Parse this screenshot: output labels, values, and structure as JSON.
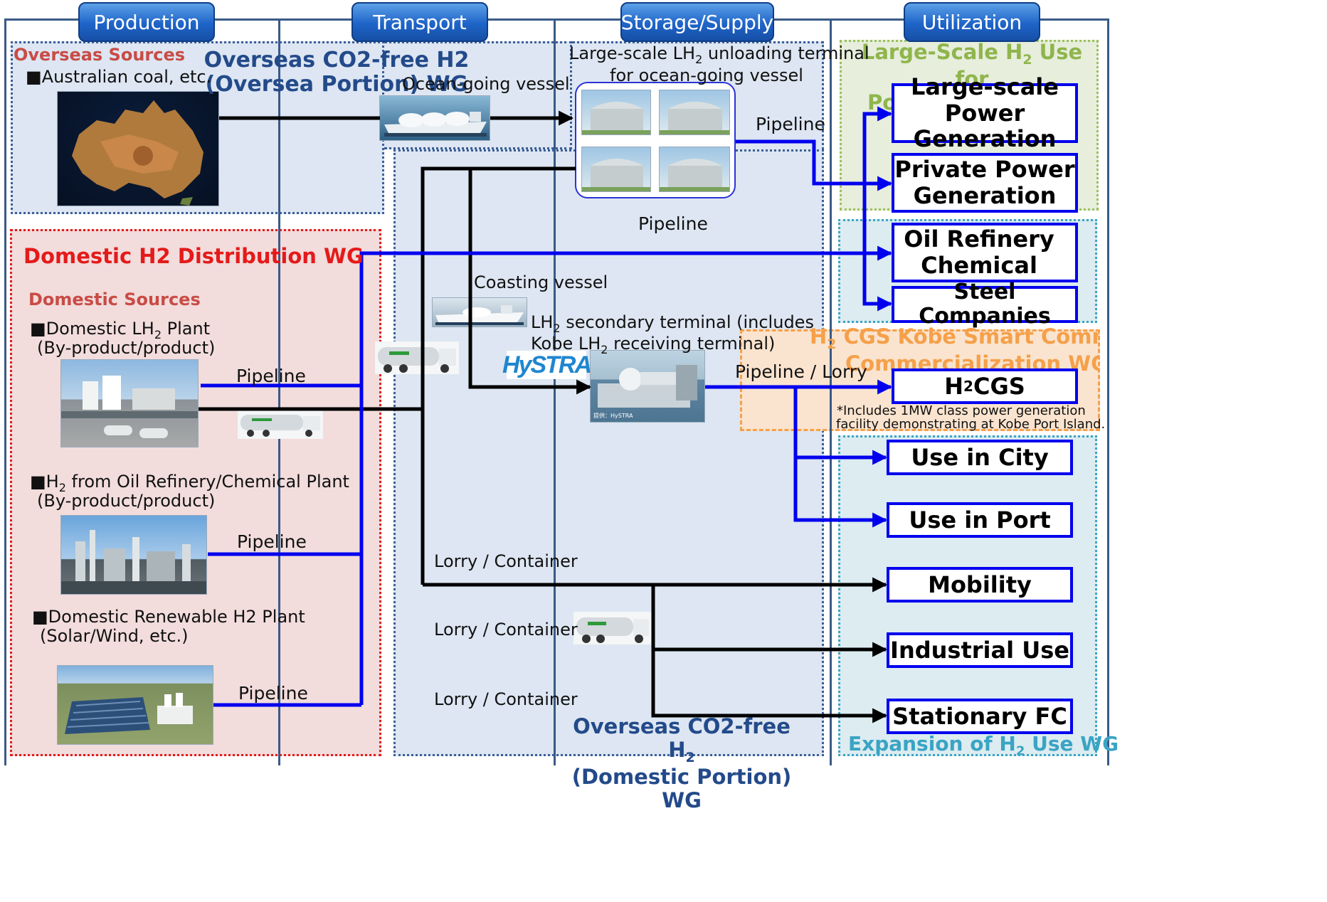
{
  "columns": {
    "production": "Production",
    "transport": "Transport",
    "storage": "Storage/Supply",
    "utilization": "Utilization"
  },
  "wg": {
    "overseas_oversea": "Overseas CO2-free H2 (Oversea Portion) WG",
    "domestic_distribution": "Domestic H2 Distribution WG",
    "overseas_domestic_line1": "Overseas CO2-free H",
    "overseas_domestic_sub": "2",
    "overseas_domestic_line2": "(Domestic Portion) WG",
    "power_gen_line1a": "Large-Scale H",
    "power_gen_sub": "2",
    "power_gen_line1b": " Use for",
    "power_gen_line2": "Power Generation WG",
    "cgs_kobe_line1a": "H",
    "cgs_kobe_sub": "2",
    "cgs_kobe_line1b": " CGS Kobe Smart Community",
    "cgs_kobe_line2": "Commercialization WG",
    "expansion_a": "Expansion of H",
    "expansion_sub": "2",
    "expansion_b": " Use WG"
  },
  "production": {
    "overseas_sources": "Overseas Sources",
    "australian_coal": "■Australian coal, etc.",
    "domestic_sources": "Domestic Sources",
    "lh2_plant_a": "■Domestic LH",
    "lh2_plant_sub": "2",
    "lh2_plant_b": " Plant",
    "lh2_plant_note": "(By-product/product)",
    "refinery_a": "■H",
    "refinery_sub": "2",
    "refinery_b": " from Oil Refinery/Chemical Plant",
    "refinery_note": "(By-product/product)",
    "renewable": "■Domestic Renewable H2 Plant",
    "renewable_note": "(Solar/Wind, etc.)"
  },
  "transport": {
    "ocean_vessel": "Ocean-going vessel",
    "coasting_vessel": "Coasting vessel",
    "lorry_container_1": "Lorry / Container",
    "lorry_container_2": "Lorry / Container",
    "lorry_container_3": "Lorry / Container"
  },
  "storage": {
    "unloading_line1a": "Large-scale LH",
    "unloading_sub": "2",
    "unloading_line1b": " unloading terminal",
    "unloading_line2": "for ocean-going vessel",
    "secondary_line1a": "LH",
    "secondary_sub1": "2",
    "secondary_line1b": " secondary terminal (includes",
    "secondary_line2a": "Kobe LH",
    "secondary_sub2": "2",
    "secondary_line2b": " receiving terminal)",
    "hystra_logo": "HySTRA",
    "photo_credit": "提供：HySTRA"
  },
  "pipelines": {
    "p1": "Pipeline",
    "p2": "Pipeline",
    "p3": "Pipeline",
    "p4": "Pipeline",
    "p5": "Pipeline",
    "p6": "Pipeline / Lorry"
  },
  "destinations": {
    "large_power_line1": "Large-scale",
    "large_power_line2": "Power Generation",
    "private_power_line1": "Private Power",
    "private_power_line2": "Generation",
    "refinery_line1": "Oil Refinery",
    "refinery_line2": "Chemical",
    "steel": "Steel Companies",
    "cgs_a": "H",
    "cgs_sub": "2",
    "cgs_b": " CGS",
    "cgs_note_line1": "*Includes 1MW class power generation",
    "cgs_note_line2": "facility demonstrating at Kobe Port Island.",
    "city": "Use in City",
    "port": "Use in Port",
    "mobility": "Mobility",
    "industrial": "Industrial Use",
    "stationary": "Stationary FC"
  },
  "colors": {
    "header_blue": "#1e64c8",
    "pipeline_blue": "#0000ee",
    "transport_black": "#000000",
    "red_wg": "#e41a1a",
    "navy_wg": "#234a8a",
    "green_wg": "#8fb54c",
    "orange_wg": "#f5a04a",
    "teal_wg": "#3aa4c4"
  }
}
